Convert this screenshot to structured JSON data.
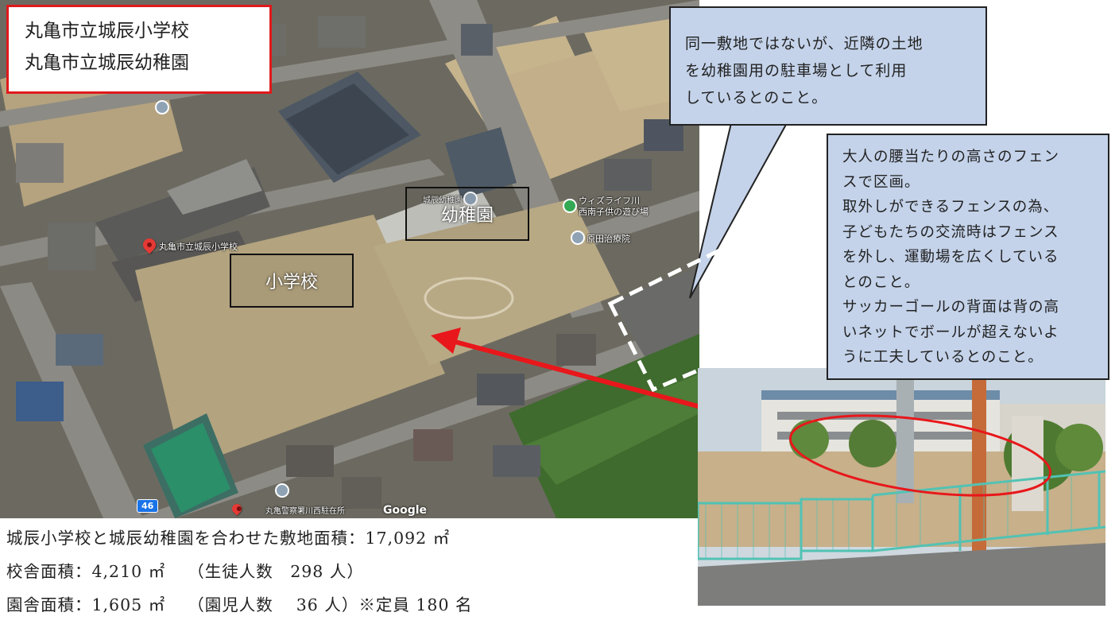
{
  "title_box": {
    "line1": "丸亀市立城辰小学校",
    "line2": "丸亀市立城辰幼稚園"
  },
  "zones": {
    "kindergarten": "幼稚園",
    "elementary": "小学校"
  },
  "map_labels": {
    "school_pin": "丸亀市立城辰小学校",
    "school_building": "城辰幼稚園",
    "wiz": "ウィズライフ川",
    "wiz2": "西南子供の遊び場",
    "clinic": "原田治療院",
    "police": "丸亀警察署川西駐在所",
    "road_number": "46",
    "google": "Google"
  },
  "callouts": {
    "parking": [
      "同一敷地ではないが、近隣の土地",
      "を幼稚園用の駐車場として利用",
      "しているとのこと。"
    ],
    "fence": [
      "大人の腰当たりの高さのフェン",
      "スで区画。",
      "取外しができるフェンスの為、",
      "子どもたちの交流時はフェンス",
      "を外し、運動場を広くしている",
      "とのこと。",
      "サッカーゴールの背面は背の高",
      "いネットでボールが超えないよ",
      "うに工夫しているとのこと。"
    ]
  },
  "stats": {
    "line1": "城辰小学校と城辰幼稚園を合わせた敷地面積：17,092 ㎡",
    "line2_a": "校舎面積：4,210 ㎡",
    "line2_b": "（生徒人数　298 人）",
    "line3_a": "園舎面積：1,605 ㎡",
    "line3_b": "（園児人数　 36 人）※定員 180 名"
  },
  "colors": {
    "title_border": "#e0191c",
    "callout_fill": "#c4d3ea",
    "arrow": "#e8171b",
    "ellipse": "#e8171b"
  }
}
